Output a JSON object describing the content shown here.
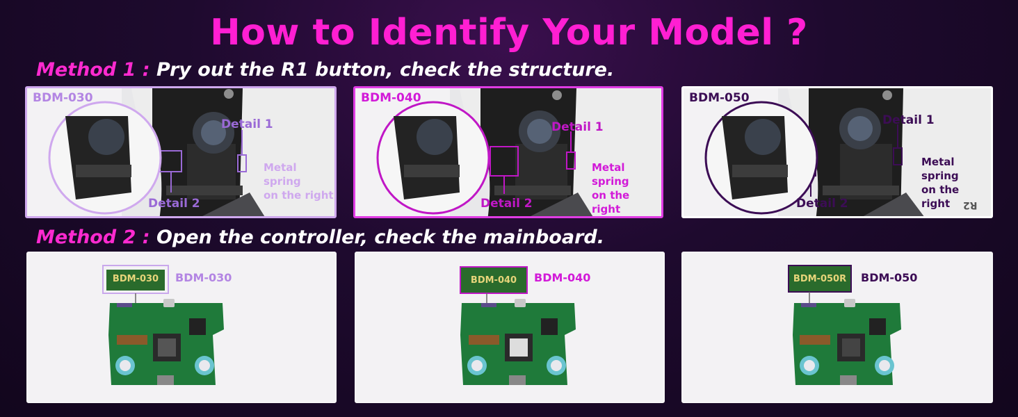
{
  "title": "How to Identify Your Model ?",
  "method1": {
    "number": "Method 1 :",
    "text": "Pry out the R1 button, check the structure."
  },
  "method2": {
    "number": "Method 2 :",
    "text": "Open the controller, check the mainboard."
  },
  "structure_panels": [
    {
      "model": "BDM-030",
      "detail1": "Detail 1",
      "detail2": "Detail 2",
      "note_line1": "Metal spring",
      "note_line2": "on the right"
    },
    {
      "model": "BDM-040",
      "detail1": "Detail 1",
      "detail2": "Detail 2",
      "note_line1": "Metal spring",
      "note_line2": "on the right"
    },
    {
      "model": "BDM-050",
      "detail1": "Detail 1",
      "detail2": "Detail 2",
      "note_line1": "Metal spring",
      "note_line2": "on the right",
      "trigger_mark": "R2"
    }
  ],
  "board_panels": [
    {
      "model": "BDM-030",
      "chip_label": "BDM-030"
    },
    {
      "model": "BDM-040",
      "chip_label": "BDM-040"
    },
    {
      "model": "BDM-050",
      "chip_label": "BDM-050R"
    }
  ],
  "colors": {
    "title": "#ff1fd2",
    "method_number": "#ff2ad0",
    "bdm030": "#b385e3",
    "bdm040": "#d21ad8",
    "bdm050": "#3c0d55"
  }
}
